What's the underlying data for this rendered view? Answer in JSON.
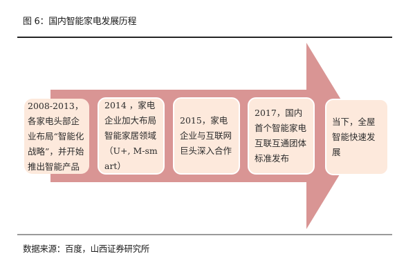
{
  "figure": {
    "title": "图 6：国内智能家电发展历程",
    "source": "数据来源：百度，山西证券研究所"
  },
  "colors": {
    "arrow_fill": "#d99594",
    "box_fill": "#fde9dc",
    "box_border": "#ffffff",
    "rule_top": "#222222",
    "rule_bottom": "#9a9a9a"
  },
  "timeline": {
    "steps": [
      {
        "text": "2008-2013，各家电头部企业布局“智能化战略”，并开始推出智能产品"
      },
      {
        "text": "2014 ，家电企业加大布局智能家居领域（U+, M-smart）"
      },
      {
        "text": "2015，家电企业与互联网巨头深入合作"
      },
      {
        "text": "2017，国内首个智能家电互联互通团体标准发布"
      },
      {
        "text": "当下，全屋智能快速发展"
      }
    ]
  }
}
